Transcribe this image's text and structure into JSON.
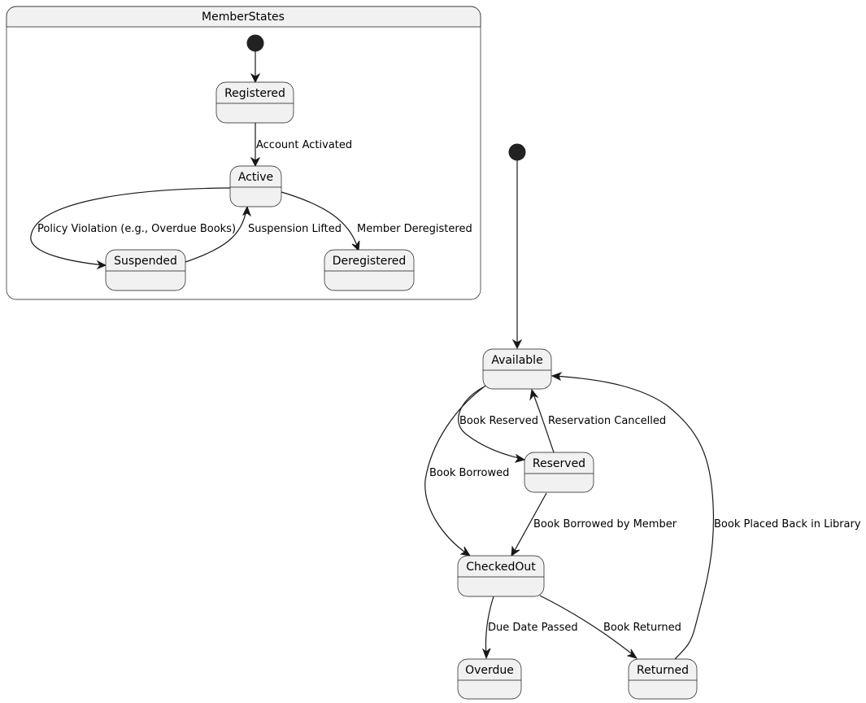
{
  "colors": {
    "state_fill": "#F1F1F1",
    "stroke": "#181818",
    "initial_fill": "#222222",
    "background": "#FFFFFF"
  },
  "composite": {
    "title": "MemberStates"
  },
  "member_states": {
    "registered": "Registered",
    "active": "Active",
    "suspended": "Suspended",
    "deregistered": "Deregistered"
  },
  "member_transitions": {
    "account_activated": "Account Activated",
    "policy_violation": "Policy Violation (e.g., Overdue Books)",
    "suspension_lifted": "Suspension Lifted",
    "member_deregistered": "Member Deregistered"
  },
  "book_states": {
    "available": "Available",
    "reserved": "Reserved",
    "checked_out": "CheckedOut",
    "overdue": "Overdue",
    "returned": "Returned"
  },
  "book_transitions": {
    "book_reserved": "Book Reserved",
    "reservation_cancelled": "Reservation Cancelled",
    "book_borrowed": "Book Borrowed",
    "book_borrowed_by_member": "Book Borrowed by Member",
    "book_placed_back": "Book Placed Back in Library",
    "due_date_passed": "Due Date Passed",
    "book_returned": "Book Returned"
  }
}
